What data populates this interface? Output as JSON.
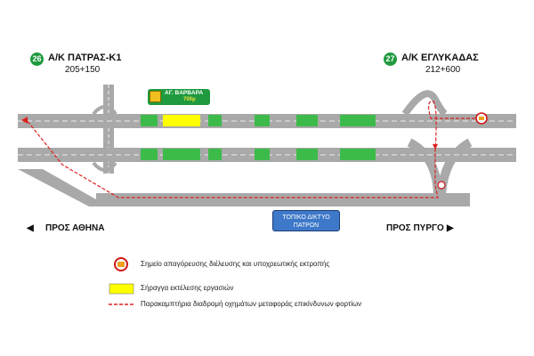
{
  "junction_left": {
    "number": "26",
    "name": "Α/Κ ΠΑΤΡΑΣ-Κ1",
    "km": "205+150"
  },
  "junction_right": {
    "number": "27",
    "name": "Α/Κ ΕΓΛΥΚΑΔΑΣ",
    "km": "212+600"
  },
  "tunnel": {
    "name": "ΑΓ. ΒΑΡΒΑΡΑ",
    "length": "700μ"
  },
  "local_network": {
    "line1": "ΤΟΠΙΚΟ ΔΙΚΤΥΟ",
    "line2": "ΠΑΤΡΩΝ"
  },
  "directions": {
    "left_arrow": "◀",
    "left": "ΠΡΟΣ ΑΘΗΝΑ",
    "right": "ΠΡΟΣ ΠΥΡΓΟ",
    "right_arrow": "▶"
  },
  "legend": [
    {
      "icon": "no-entry-sign-icon",
      "text": "Σημείο απαγόρευσης διέλευσης και υποχρεωτικής εκτροπής"
    },
    {
      "icon": "works-zone-icon",
      "text": "Σήραγγα εκτέλεσης εργασιών"
    },
    {
      "icon": "detour-route-icon",
      "text": "Παρακαμπτήρια διαδρομή οχημάτων μεταφοράς επικίνδυνων φορτίων"
    }
  ],
  "colors": {
    "road": "#a9a9a9",
    "tunnel_green": "#3dbb4a",
    "works_yellow": "#ffff00",
    "detour_red": "#e02020",
    "badge_green": "#1f9a3e",
    "local_blue": "#3e78c8"
  }
}
